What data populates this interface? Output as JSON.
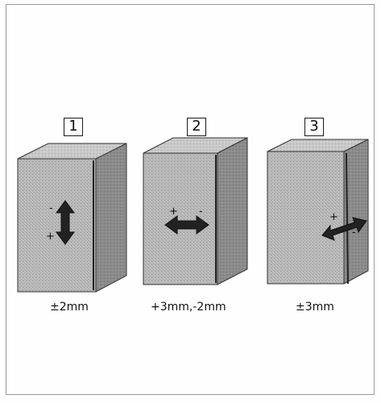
{
  "panels": [
    {
      "number": "1",
      "caption": "±2mm",
      "sign_a": "-",
      "sign_b": "+"
    },
    {
      "number": "2",
      "caption": "+3mm,-2mm",
      "sign_a": "+",
      "sign_b": "-"
    },
    {
      "number": "3",
      "caption": "±3mm",
      "sign_a": "+",
      "sign_b": "-"
    }
  ]
}
